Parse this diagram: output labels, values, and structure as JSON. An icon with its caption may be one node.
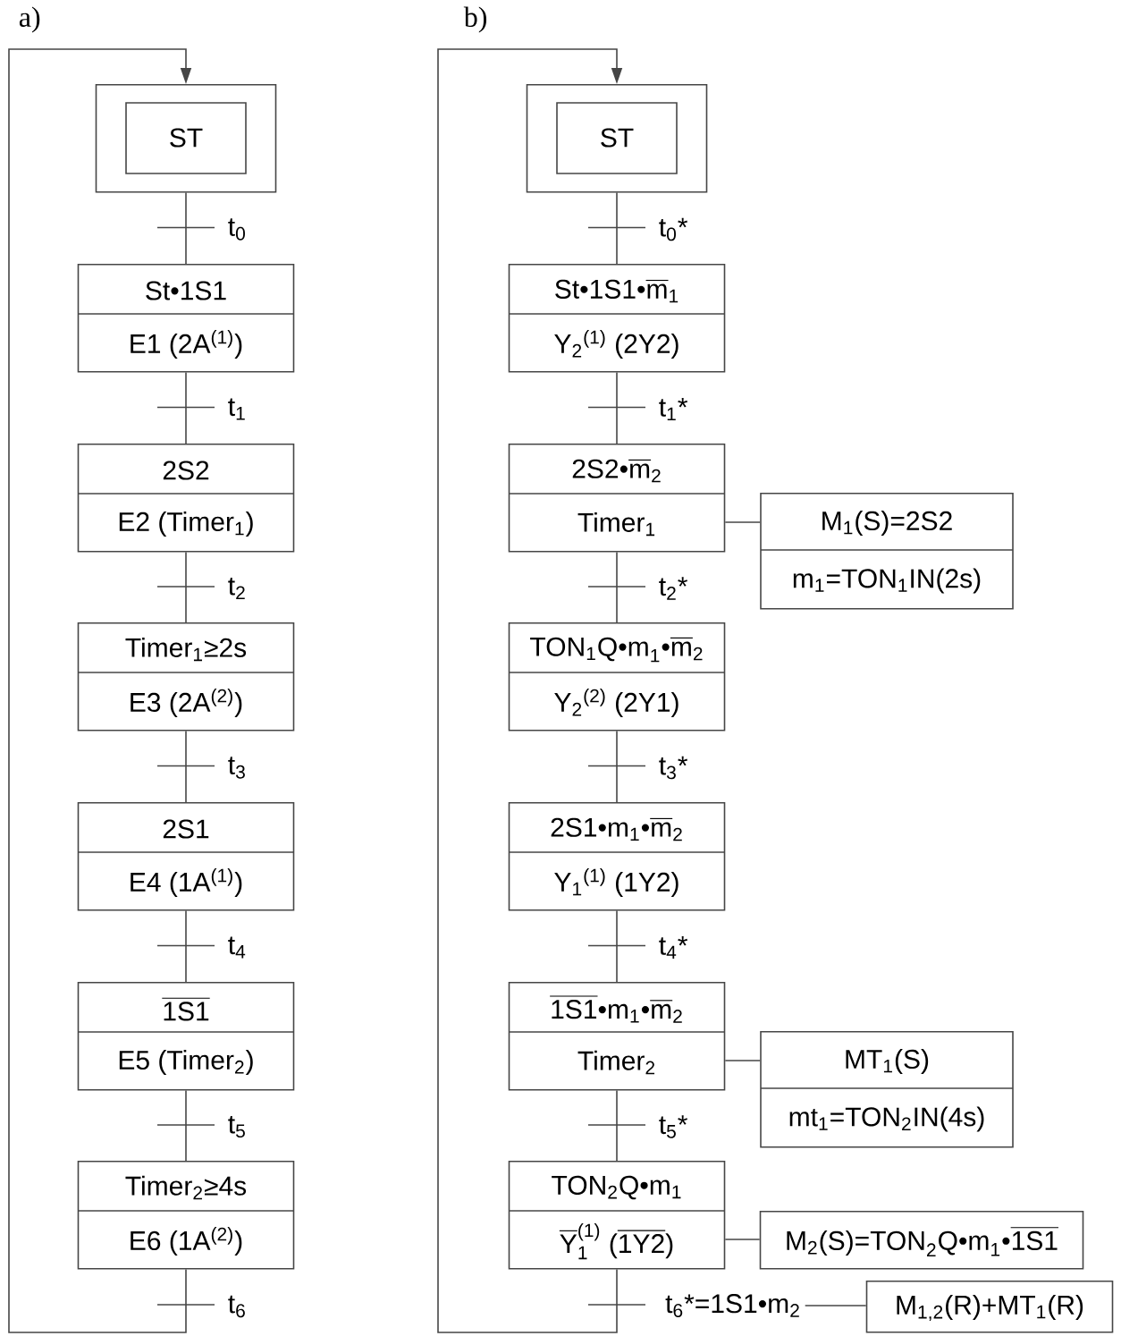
{
  "diagram": {
    "nodes": [
      {
        "text": [
          "ST"
        ]
      },
      {
        "text": [
          "St•1S1",
          "E1 (2A$^{(1)}$)"
        ]
      },
      {
        "text": [
          "2S2",
          "E2 (Timer$_{1}$)"
        ]
      },
      {
        "text": [
          "Timer$_{1}$≥2s",
          "E3 (2A$^{(2)}$)"
        ]
      },
      {
        "text": [
          "2S1",
          "E4 (1A$^{(1)}$)"
        ]
      },
      {
        "text": [
          "\\overline{\\text{1S1}}",
          "E5 (Timer$_{2}$)"
        ]
      },
      {
        "text": [
          "Timer$_{2}$≥4s",
          "E6 (1A$^{(2)}$)"
        ]
      },
      {
        "text": [
          "ST"
        ]
      },
      {
        "text": [
          "\\text{St•1S1•}\\overline{\\text{m}}_{\\text{1}}",
          "Y$_{2}$$^{(1)}$ (2Y2)"
        ]
      },
      {
        "text": [
          "\\text{2S2•}\\overline{\\text{m}}_{\\text{2}}",
          "Timer$_{1}$"
        ]
      },
      {
        "text": [
          "M$_{1}$(S)=2S2",
          "m$_{1}$=TON$_{1}$IN(2s)"
        ]
      },
      {
        "text": [
          "\\text{TON}_{\\text{1}}\\text{Q•m}_{\\text{1}}\\text{•}\\overline{\\text{m}}_{\\text{2}}",
          "Y$_{2}$$^{(2)}$ (2Y1)"
        ]
      },
      {
        "text": [
          "\\text{2S1•m}_{\\text{1}}\\text{•}\\overline{\\text{m}}_{\\text{2}}",
          "Y$_{1}$$^{(1)}$ (1Y2)"
        ]
      },
      {
        "text": [
          "\\overline{\\text{1S1}}\\text{•m}_{\\text{1}}\\text{•}\\overline{\\text{m}}_{\\text{2}}",
          "Timer$_{2}$"
        ]
      },
      {
        "text": [
          "MT$_{1}$(S)",
          "mt$_{1}$=TON$_{2}$IN(4s)"
        ]
      },
      {
        "text": [
          "TON$_{2}$Q•m$_{1}$",
          "\\overline{\\text{Y}}_{\\text{1}}^{\\text{(1)}}\\text{ (}\\overline{\\text{1Y2}}\\text{)}"
        ]
      },
      {
        "text": [
          "\\text{M}_{\\text{2}}\\text{(S)=TON}_{\\text{2}}\\text{Q•m}_{\\text{1}}\\text{•}\\overline{\\text{1S1}}"
        ]
      },
      {
        "text": [
          "t$_{6}$*=1S1•m$_{2}$"
        ]
      },
      {
        "text": [
          "M$_{1,2}$(R)+MT$_{1}$(R)"
        ]
      }
    ],
    "edges": [
      {
        "from": 0,
        "to": 1,
        "arrow": "none",
        "label": "t$_{0}$"
      },
      {
        "from": 1,
        "to": 2,
        "arrow": "none",
        "label": "t$_{1}$"
      },
      {
        "from": 2,
        "to": 3,
        "arrow": "none",
        "label": "t$_{2}$"
      },
      {
        "from": 3,
        "to": 4,
        "arrow": "none",
        "label": "t$_{3}$"
      },
      {
        "from": 4,
        "to": 5,
        "arrow": "none",
        "label": "t$_{4}$"
      },
      {
        "from": 5,
        "to": 6,
        "arrow": "none",
        "label": "t$_{5}$"
      },
      {
        "from": 6,
        "to": 0,
        "arrow": "to",
        "label": "t$_{6}$"
      },
      {
        "from": 7,
        "to": 8,
        "arrow": "none",
        "label": "t$_{0}$*"
      },
      {
        "from": 8,
        "to": 9,
        "arrow": "none",
        "label": "t$_{1}$*"
      },
      {
        "from": 9,
        "to": 10,
        "arrow": "none"
      },
      {
        "from": 9,
        "to": 11,
        "arrow": "none",
        "label": "t$_{2}$*"
      },
      {
        "from": 11,
        "to": 12,
        "arrow": "none",
        "label": "t$_{3}$*"
      },
      {
        "from": 12,
        "to": 13,
        "arrow": "none",
        "label": "t$_{4}$*"
      },
      {
        "from": 13,
        "to": 14,
        "arrow": "none"
      },
      {
        "from": 13,
        "to": 15,
        "arrow": "none",
        "label": "t$_{5}$*"
      },
      {
        "from": 15,
        "to": 16,
        "arrow": "none"
      },
      {
        "from": 15,
        "to": 7,
        "arrow": "to"
      },
      {
        "from": 17,
        "to": 18,
        "arrow": "none"
      }
    ],
    "labels": [
      "a)",
      "b)"
    ]
  }
}
